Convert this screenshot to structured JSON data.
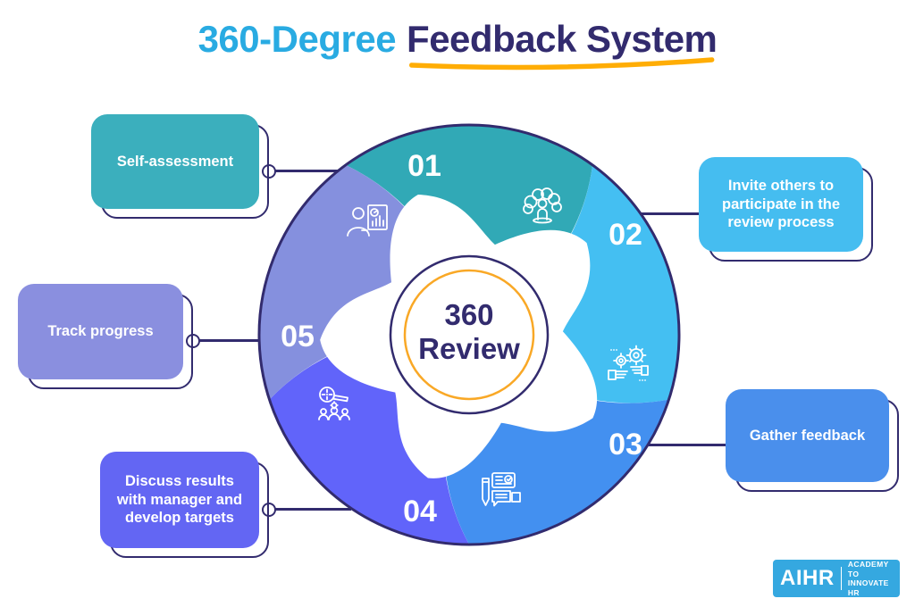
{
  "title": {
    "highlight": "360-Degree",
    "main": "Feedback System"
  },
  "hub": {
    "line1": "360",
    "line2": "Review"
  },
  "steps": [
    {
      "number": "01",
      "label": "Self-assessment",
      "color": "#31A9B6",
      "box_color": "#3BAFBD",
      "icon": "crowd-icon"
    },
    {
      "number": "02",
      "label": "Invite others to participate in the review process",
      "color": "#44BFF2",
      "box_color": "#45BDF0",
      "icon": "gears-handshake-icon"
    },
    {
      "number": "03",
      "label": "Gather feedback",
      "color": "#4390F0",
      "box_color": "#4A8FEC",
      "icon": "feedback-documents-icon"
    },
    {
      "number": "04",
      "label": "Discuss results with manager and develop targets",
      "color": "#6164FA",
      "box_color": "#6366F3",
      "icon": "magnifier-team-icon"
    },
    {
      "number": "05",
      "label": "Track progress",
      "color": "#8590DE",
      "box_color": "#8A8FDF",
      "icon": "presenter-chart-icon"
    }
  ],
  "logo": {
    "brand": "AIHR",
    "tagline_line1": "ACADEMY TO",
    "tagline_line2": "INNOVATE HR"
  },
  "colors": {
    "title_highlight": "#29ABE2",
    "title_main": "#322B6E",
    "underline": "#FFAD05",
    "outline_navy": "#322B6E",
    "hub_ring_orange": "#F9A826",
    "logo_bg": "#35A8E0",
    "background": "#FFFFFF"
  }
}
